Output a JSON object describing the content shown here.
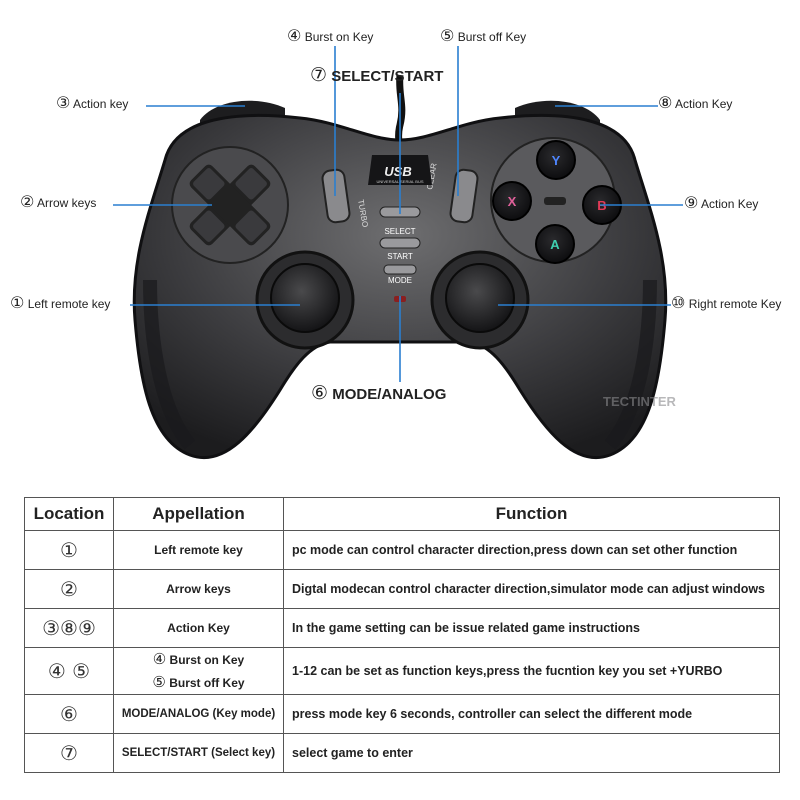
{
  "diagram": {
    "callouts": {
      "c1": {
        "num": "①",
        "text": "Left remote key"
      },
      "c2": {
        "num": "②",
        "text": "Arrow keys"
      },
      "c3": {
        "num": "③",
        "text": "Action key"
      },
      "c4": {
        "num": "④",
        "text": "Burst on Key"
      },
      "c5": {
        "num": "⑤",
        "text": "Burst off Key"
      },
      "c6": {
        "num": "⑥",
        "text": "MODE/ANALOG"
      },
      "c7": {
        "num": "⑦",
        "text": "SELECT/START"
      },
      "c8": {
        "num": "⑧",
        "text": "Action Key"
      },
      "c9": {
        "num": "⑨",
        "text": "Action Key"
      },
      "c10": {
        "num": "⑩",
        "text": "Right remote Key"
      }
    },
    "device_text": {
      "usb": "USB",
      "usb_sub": "UNIVERSAL SERIAL BUS",
      "select": "SELECT",
      "start": "START",
      "mode": "MODE",
      "turbo": "TURBO",
      "clear": "CLEAR",
      "btn_y": "Y",
      "btn_x": "X",
      "btn_b": "B",
      "btn_a": "A",
      "watermark": "TECTINTER"
    },
    "colors": {
      "button_y": "#4f86ff",
      "button_x": "#e0609a",
      "button_b": "#e23a58",
      "button_a": "#3fd0b0",
      "callout_line": "#2a7fd0"
    }
  },
  "table": {
    "headers": [
      "Location",
      "Appellation",
      "Function"
    ],
    "rows": [
      {
        "location": "①",
        "appellation": "Left remote key",
        "function": "pc mode can control character direction,press down can set other function"
      },
      {
        "location": "②",
        "appellation": "Arrow keys",
        "function": "Digtal modecan control character direction,simulator mode can adjust windows"
      },
      {
        "location": "③⑧⑨",
        "appellation": "Action Key",
        "function": "In the game setting can be issue related game instructions"
      },
      {
        "location": "④ ⑤",
        "appellation_lines": [
          {
            "num": "④",
            "text": "Burst on Key"
          },
          {
            "num": "⑤",
            "text": "Burst off Key"
          }
        ],
        "function": "1-12 can be set as function keys,press the fucntion key you set +YURBO"
      },
      {
        "location": "⑥",
        "appellation": "MODE/ANALOG (Key mode)",
        "function": "press mode key 6 seconds, controller can select the different mode"
      },
      {
        "location": "⑦",
        "appellation": "SELECT/START (Select key)",
        "function": "select game to enter"
      }
    ]
  }
}
